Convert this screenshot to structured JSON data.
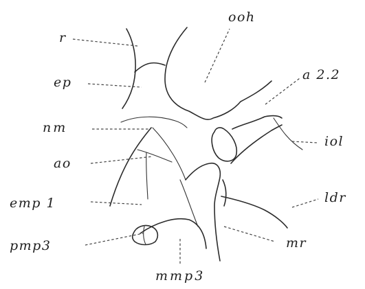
{
  "figure": {
    "labels": {
      "r": "r",
      "ep": "ep",
      "nm": "nm",
      "ao": "ao",
      "emp1": "emp 1",
      "pmp3": "pmp3",
      "mmp3": "mmp3",
      "mr": "mr",
      "ldr": "ldr",
      "iol": "iol",
      "a22": "a 2.2",
      "ooh": "ooh"
    },
    "colors": {
      "ink": "#2b2b2b",
      "paper": "#ffffff"
    }
  }
}
